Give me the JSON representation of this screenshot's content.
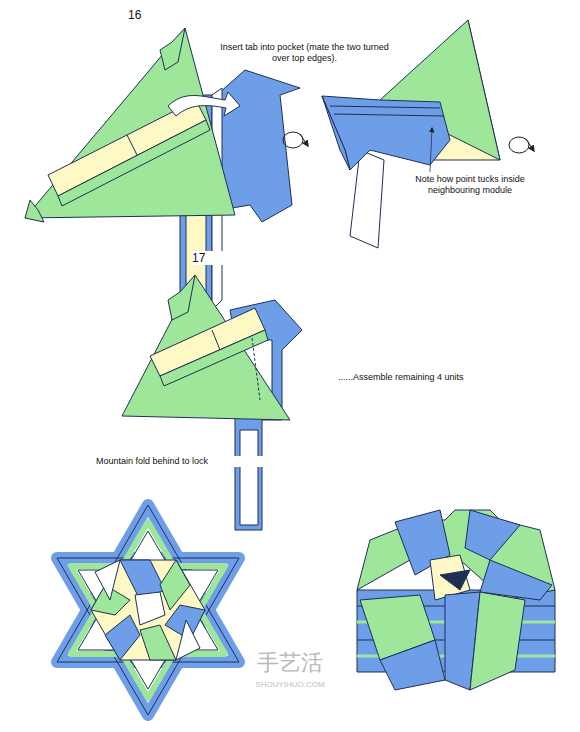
{
  "diagram": {
    "labels": [
      "16",
      "Insert tab into pocket (mate the two turned over top edges).",
      "Note how point tucks inside neighbouring module",
      "17",
      "......Assemble remaining 4 units",
      "Mountain fold behind to lock",
      "手艺活",
      "SHOUYIHUO.COM"
    ]
  }
}
